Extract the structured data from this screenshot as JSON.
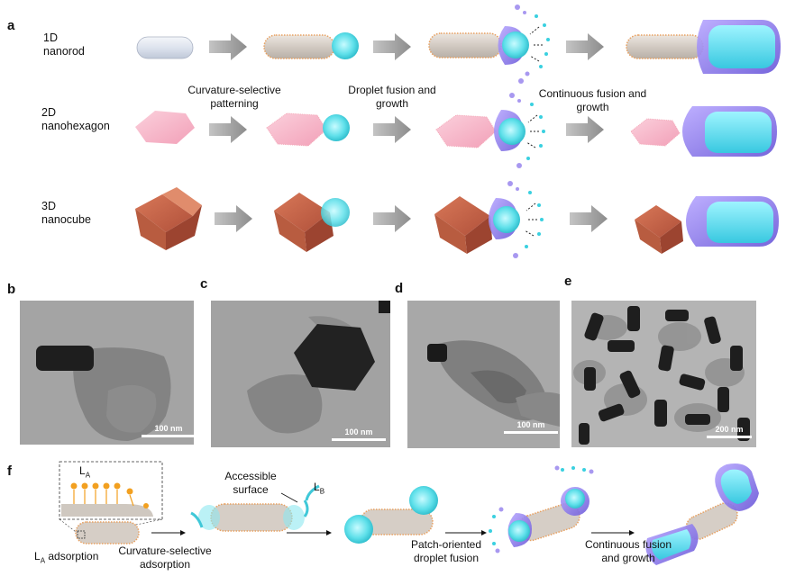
{
  "panels": {
    "a": "a",
    "b": "b",
    "c": "c",
    "d": "d",
    "e": "e",
    "f": "f"
  },
  "rows": [
    {
      "label_line1": "1D",
      "label_line2": "nanorod"
    },
    {
      "label_line1": "2D",
      "label_line2": "nanohexagon"
    },
    {
      "label_line1": "3D",
      "label_line2": "nanocube"
    }
  ],
  "steps": {
    "step1_line1": "Curvature-selective",
    "step1_line2": "patterning",
    "step2_line1": "Droplet fusion and",
    "step2_line2": "growth",
    "step3_line1": "Continuous fusion and",
    "step3_line2": "growth"
  },
  "scale_bars": {
    "b": "100 nm",
    "c": "100 nm",
    "d": "100 nm",
    "e": "200 nm"
  },
  "schematic_f": {
    "ligand_a": "L",
    "ligand_a_sub": "A",
    "ligand_b": "L",
    "ligand_b_sub": "B",
    "adsorption_line1": "L",
    "adsorption_sub": "A",
    "adsorption_line1_rest": " adsorption",
    "curvature_line1": "Curvature-selective",
    "curvature_line2": "adsorption",
    "accessible_line1": "Accessible",
    "accessible_line2": "surface",
    "patch_line1": "Patch-oriented",
    "patch_line2": "droplet fusion",
    "growth_line1": "Continuous fusion",
    "growth_line2": "and growth"
  },
  "colors": {
    "arrow_gray": "#9a9a9a",
    "rod_fill": "#d8d2cc",
    "rod_edge": "#e8a060",
    "cyan": "#40d8e0",
    "purple": "#8a78e8",
    "hexagon_pink": "#f7b8c8",
    "cube_brown": "#c86848",
    "ligand_orange": "#f2a020"
  }
}
